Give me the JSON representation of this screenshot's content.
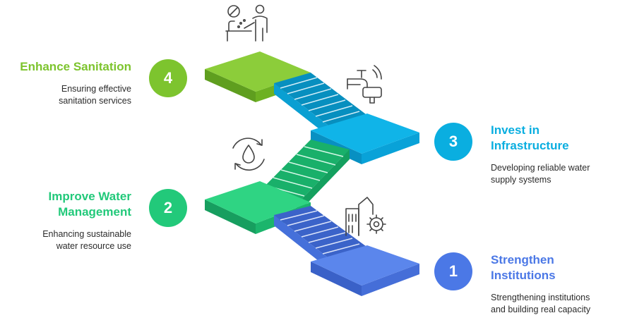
{
  "colors": {
    "step1": "#4b78e6",
    "step2": "#22c97a",
    "step3": "#0aaee0",
    "step4": "#7dc42e",
    "icon": "#444444"
  },
  "steps": [
    {
      "number": "1",
      "title": "Strengthen\nInstitutions",
      "description": "Strengthening institutions\nand building real capacity",
      "icon": "building-gear-icon"
    },
    {
      "number": "2",
      "title": "Improve Water\nManagement",
      "description": "Enhancing sustainable\nwater resource use",
      "icon": "water-cycle-icon"
    },
    {
      "number": "3",
      "title": "Invest in\nInfrastructure",
      "description": "Developing reliable water\nsupply systems",
      "icon": "smart-faucet-icon"
    },
    {
      "number": "4",
      "title": "Enhance Sanitation",
      "description": "Ensuring effective\nsanitation services",
      "icon": "handwashing-icon"
    }
  ]
}
